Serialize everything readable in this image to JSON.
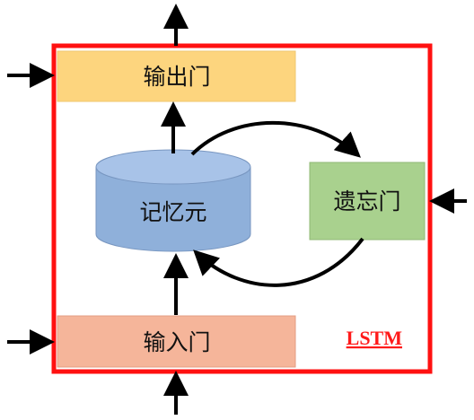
{
  "diagram": {
    "title": "LSTM",
    "colors": {
      "frame": "#ff1111",
      "arrow": "#000000",
      "output_gate_fill": "#fdd57e",
      "input_gate_fill": "#f5b59a",
      "forget_gate_fill": "#a9d18e",
      "memory_fill": "#8fb0da"
    },
    "nodes": {
      "output_gate": {
        "label": "输出门"
      },
      "input_gate": {
        "label": "输入门"
      },
      "forget_gate": {
        "label": "遗忘门"
      },
      "memory_cell": {
        "label": "记忆元"
      }
    }
  }
}
